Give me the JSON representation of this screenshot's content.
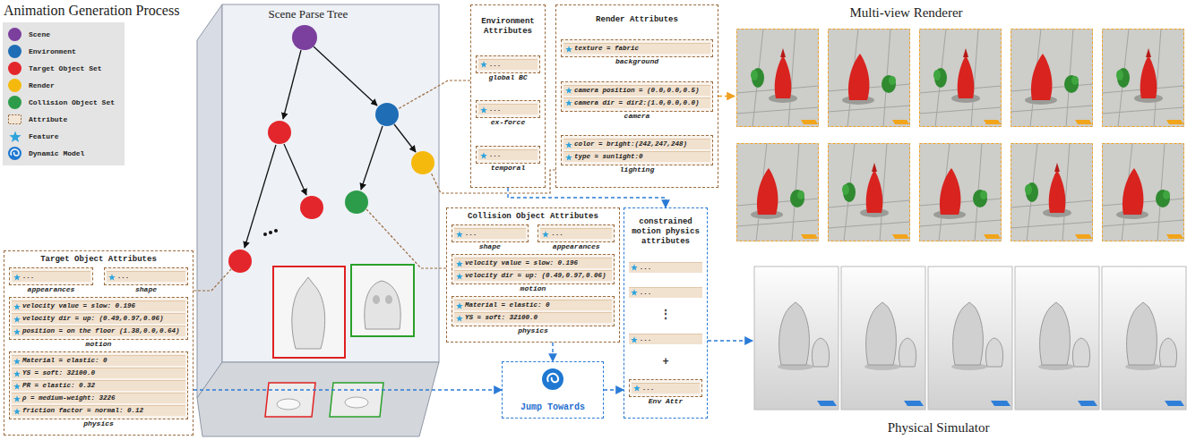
{
  "diagram": {
    "title": "Animation Generation Process",
    "nodes": [
      {
        "text": [
          "Scene Parse Tree"
        ]
      },
      {
        "text": [
          "Environment Attributes"
        ]
      },
      {
        "text": [
          "...",
          "global BC"
        ],
        "in": 1
      },
      {
        "text": [
          "...",
          "ex-force"
        ],
        "in": 1
      },
      {
        "text": [
          "...",
          "temporal"
        ],
        "in": 1
      },
      {
        "text": [
          "Render Attributes"
        ]
      },
      {
        "text": [
          "texture = fabric",
          "background"
        ],
        "in": 5
      },
      {
        "text": [
          "camera position = (0.0,0.0,0.5)",
          "camera dir = dir2:(1.0,0.0,0.0)",
          "camera"
        ],
        "in": 5
      },
      {
        "text": [
          "color = bright:(242,247,248)",
          "type = sunlight:0",
          "lighting"
        ],
        "in": 5
      },
      {
        "text": [
          "Multi-view Renderer"
        ]
      },
      {
        "text": [
          "Target Object Attributes"
        ]
      },
      {
        "text": [
          "...",
          "appearances"
        ],
        "in": 10
      },
      {
        "text": [
          "...",
          "shape"
        ],
        "in": 10
      },
      {
        "text": [
          "velocity value = slow: 0.196",
          "velocity dir = up: (0.49,0.97,0.06)",
          "position = on the floor (1.38,0.0,0.64)",
          "motion"
        ],
        "in": 10
      },
      {
        "text": [
          "Material = elastic: 0",
          "YS = soft: 32100.0",
          "PR = elastic: 0.32",
          "ρ = medium-weight: 3226",
          "friction factor = normal: 0.12",
          "physics"
        ],
        "in": 10
      },
      {
        "text": [
          "Collision Object Attributes"
        ]
      },
      {
        "text": [
          "...",
          "shape"
        ],
        "in": 15
      },
      {
        "text": [
          "...",
          "appearances"
        ],
        "in": 15
      },
      {
        "text": [
          "velocity value = slow: 0.196",
          "velocity dir = up: (0.49,0.97,0.06)",
          "motion"
        ],
        "in": 15
      },
      {
        "text": [
          "Material = elastic: 0",
          "YS = soft: 32100.0",
          "physics"
        ],
        "in": 15
      },
      {
        "text": [
          "constrained motion physics attributes",
          "⋮",
          "+"
        ]
      },
      {
        "text": [
          "..."
        ],
        "in": 20
      },
      {
        "text": [
          "..."
        ],
        "in": 20
      },
      {
        "text": [
          "..."
        ],
        "in": 20
      },
      {
        "text": [
          "...",
          "Env Attr"
        ],
        "in": 20
      },
      {
        "text": [
          "Jump Towards"
        ]
      },
      {
        "text": [
          "Physical Simulator"
        ]
      }
    ],
    "edges": [
      {
        "from": 10,
        "to": 25,
        "arrow": "to"
      },
      {
        "from": 15,
        "to": 25,
        "arrow": "to"
      },
      {
        "from": 25,
        "to": 20,
        "arrow": "to"
      },
      {
        "from": 1,
        "to": 20,
        "arrow": "to"
      },
      {
        "from": 5,
        "to": 9,
        "arrow": "to"
      },
      {
        "from": 20,
        "to": 26,
        "arrow": "to"
      }
    ],
    "legend": [
      {
        "text": "Scene",
        "color": "#7b3f9e"
      },
      {
        "text": "Environment",
        "color": "#1f6db5"
      },
      {
        "text": "Target Object Set",
        "color": "#e3262b"
      },
      {
        "text": "Render",
        "color": "#f5b90e"
      },
      {
        "text": "Collision Object Set",
        "color": "#2c9c4a"
      },
      {
        "text": "Attribute"
      },
      {
        "text": "Feature"
      },
      {
        "text": "Dynamic Model"
      }
    ]
  }
}
